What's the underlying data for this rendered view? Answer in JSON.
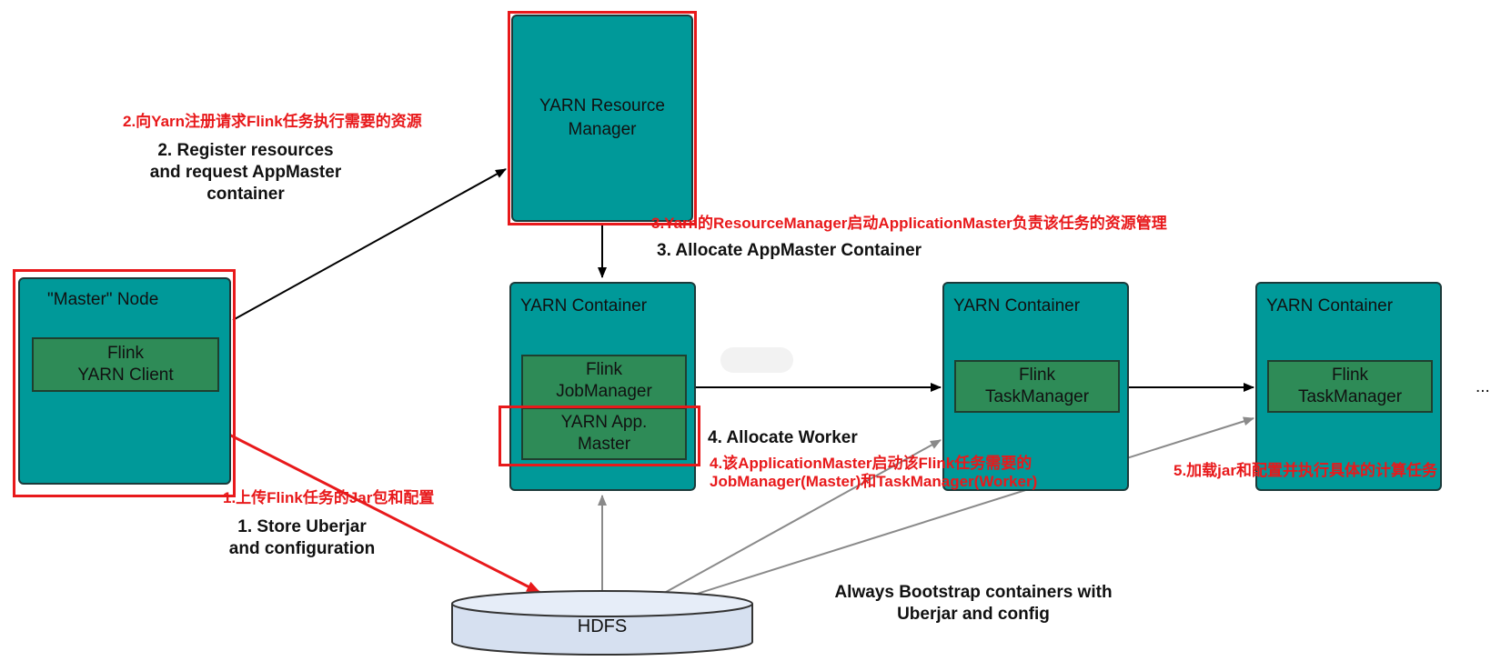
{
  "nodes": {
    "master_node": {
      "title": "\"Master\" Node",
      "inner": [
        "Flink",
        "YARN Client"
      ]
    },
    "resource_manager": {
      "title": [
        "YARN Resource",
        "Manager"
      ]
    },
    "container_1": {
      "title": "YARN Container",
      "inner_top": [
        "Flink",
        "JobManager"
      ],
      "inner_bottom": [
        "YARN App.",
        "Master"
      ]
    },
    "container_2": {
      "title": "YARN Container",
      "inner": [
        "Flink",
        "TaskManager"
      ]
    },
    "container_3": {
      "title": "YARN Container",
      "inner": [
        "Flink",
        "TaskManager"
      ]
    },
    "ellipsis": "...",
    "hdfs": "HDFS"
  },
  "labels": {
    "step1_cn": "1.上传Flink任务的Jar包和配置",
    "step1_en": [
      "1. Store Uberjar",
      "and configuration"
    ],
    "step2_cn": "2.向Yarn注册请求Flink任务执行需要的资源",
    "step2_en": [
      "2. Register resources",
      "and request AppMaster",
      "container"
    ],
    "step3_cn": "3.Yarn的ResourceManager启动ApplicationMaster负责该任务的资源管理",
    "step3_en": "3. Allocate AppMaster Container",
    "step4_en": "4. Allocate Worker",
    "step4_cn": [
      "4.该ApplicationMaster启动该Flink任务需要的",
      "JobManager(Master)和TaskManager(Worker)"
    ],
    "step5_cn": "5.加载jar和配置并执行具体的计算任务",
    "bootstrap": [
      "Always Bootstrap containers with",
      "Uberjar and config"
    ]
  },
  "colors": {
    "container_fill": "#009999",
    "inner_fill": "#2e8b57",
    "highlight_red": "#e8191b",
    "hdfs_fill": "#d6e0f0"
  }
}
